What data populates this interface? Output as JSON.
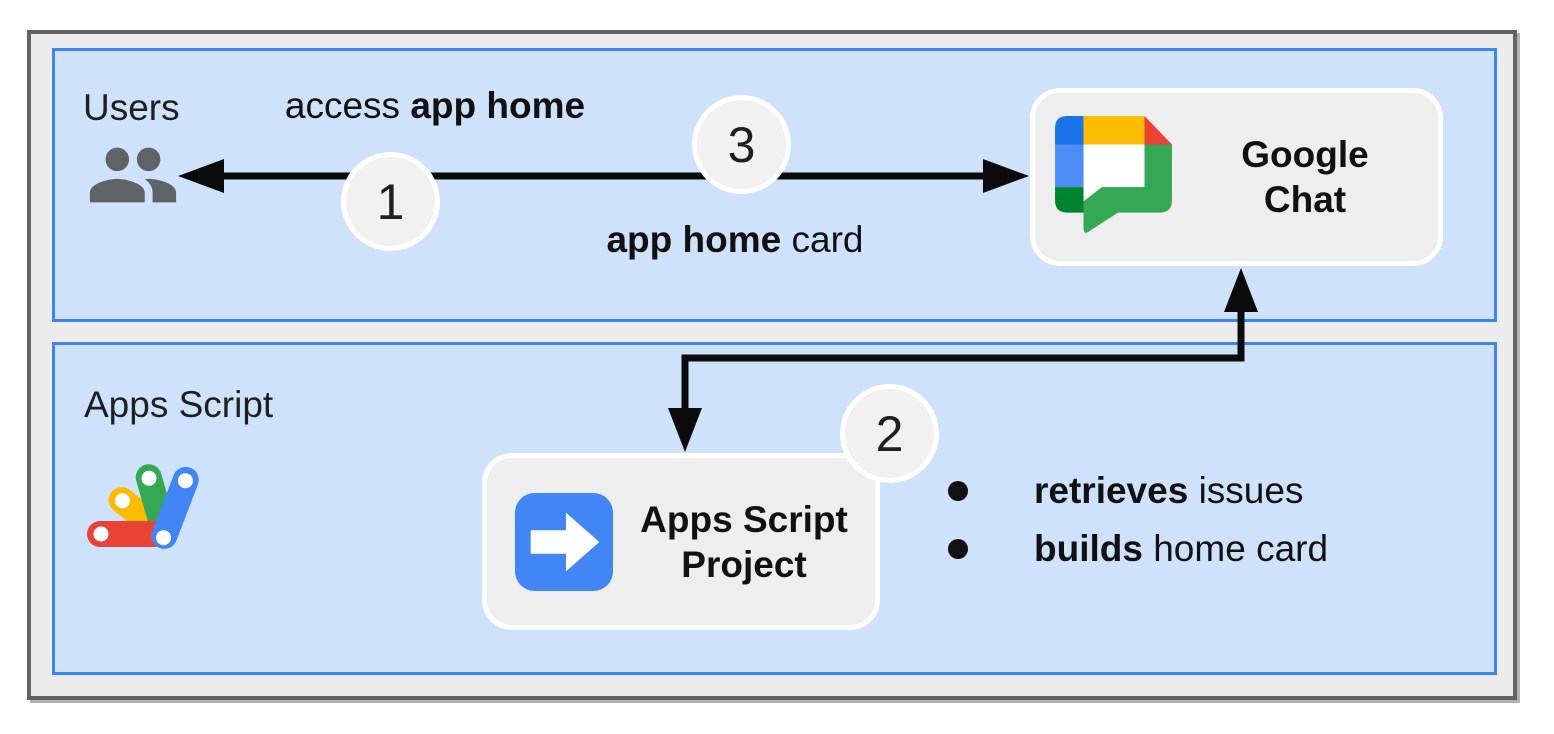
{
  "diagram": {
    "users_band": {
      "label": "Users",
      "arrow_label_top": {
        "normal_before": "access ",
        "bold": "app home",
        "normal_after": ""
      },
      "arrow_label_bottom": {
        "normal_before": "",
        "bold": "app home",
        "normal_after": " card"
      },
      "step_1": "1",
      "step_3": "3",
      "google_chat_box": {
        "title_line1": "Google",
        "title_line2": "Chat"
      }
    },
    "apps_script_band": {
      "label": "Apps Script",
      "step_2": "2",
      "project_box": {
        "title_line1": "Apps Script",
        "title_line2": "Project"
      },
      "bullets": [
        {
          "bold": "retrieves",
          "rest": " issues"
        },
        {
          "bold": "builds",
          "rest": " home card"
        }
      ]
    },
    "icons": {
      "users": "people-icon",
      "google_chat": "google-chat-logo",
      "apps_script": "apps-script-logo",
      "project": "arrow-right-icon"
    },
    "colors": {
      "frame_fill": "#ececec",
      "frame_border": "#636363",
      "band_fill": "#cfe2fc",
      "band_border": "#3d85f4",
      "box_fill": "#eeeeee",
      "box_border": "#ffffff",
      "circle_fill": "#f1f1f2",
      "arrow_black": "#0b0b0b",
      "users_gray": "#5f6368",
      "chat_blue_dark": "#1a73e8",
      "chat_blue": "#4c8df6",
      "chat_green_dark": "#00832d",
      "chat_green": "#34a853",
      "chat_yellow": "#fbbc04",
      "chat_red": "#ea4335",
      "script_blue": "#4285f4",
      "script_red": "#ea4335",
      "script_yellow": "#fbbc04",
      "script_green": "#34a853"
    }
  }
}
